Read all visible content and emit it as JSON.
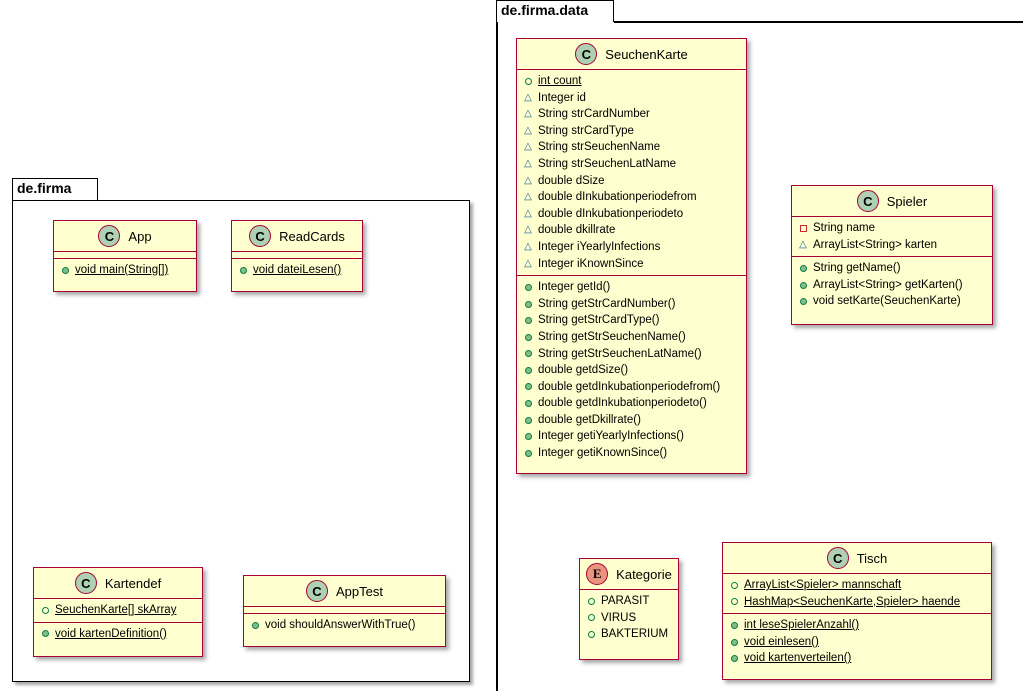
{
  "packages": {
    "de_firma": {
      "name": "de.firma"
    },
    "de_firma_data": {
      "name": "de.firma.data"
    }
  },
  "classes": {
    "app": {
      "name": "App",
      "stereotype": "C",
      "methods": [
        {
          "vis": "+",
          "text": "void main(String[])",
          "static": true
        }
      ]
    },
    "readcards": {
      "name": "ReadCards",
      "stereotype": "C",
      "methods": [
        {
          "vis": "+",
          "text": "void dateiLesen()",
          "static": true
        }
      ]
    },
    "kartendef": {
      "name": "Kartendef",
      "stereotype": "C",
      "fields": [
        {
          "vis": "+",
          "text": "SeuchenKarte[] skArray",
          "static": true
        }
      ],
      "methods": [
        {
          "vis": "+",
          "text": "void kartenDefinition()",
          "static": true
        }
      ]
    },
    "apptest": {
      "name": "AppTest",
      "stereotype": "C",
      "methods": [
        {
          "vis": "+",
          "text": "void shouldAnswerWithTrue()",
          "static": false
        }
      ]
    },
    "seuchenkarte": {
      "name": "SeuchenKarte",
      "stereotype": "C",
      "fields": [
        {
          "vis": "+",
          "text": "int count",
          "static": true
        },
        {
          "vis": "~",
          "text": "Integer id"
        },
        {
          "vis": "~",
          "text": "String strCardNumber"
        },
        {
          "vis": "~",
          "text": "String strCardType"
        },
        {
          "vis": "~",
          "text": "String strSeuchenName"
        },
        {
          "vis": "~",
          "text": "String strSeuchenLatName"
        },
        {
          "vis": "~",
          "text": "double dSize"
        },
        {
          "vis": "~",
          "text": "double dInkubationperiodefrom"
        },
        {
          "vis": "~",
          "text": "double dInkubationperiodeto"
        },
        {
          "vis": "~",
          "text": "double dkillrate"
        },
        {
          "vis": "~",
          "text": "Integer iYearlyInfections"
        },
        {
          "vis": "~",
          "text": "Integer iKnownSince"
        }
      ],
      "methods": [
        {
          "vis": "+",
          "text": "Integer getId()"
        },
        {
          "vis": "+",
          "text": "String getStrCardNumber()"
        },
        {
          "vis": "+",
          "text": "String getStrCardType()"
        },
        {
          "vis": "+",
          "text": "String getStrSeuchenName()"
        },
        {
          "vis": "+",
          "text": "String getStrSeuchenLatName()"
        },
        {
          "vis": "+",
          "text": "double getdSize()"
        },
        {
          "vis": "+",
          "text": "double getdInkubationperiodefrom()"
        },
        {
          "vis": "+",
          "text": "double getdInkubationperiodeto()"
        },
        {
          "vis": "+",
          "text": "double getDkillrate()"
        },
        {
          "vis": "+",
          "text": "Integer getiYearlyInfections()"
        },
        {
          "vis": "+",
          "text": "Integer getiKnownSince()"
        }
      ]
    },
    "spieler": {
      "name": "Spieler",
      "stereotype": "C",
      "fields": [
        {
          "vis": "-",
          "text": "String name"
        },
        {
          "vis": "~",
          "text": "ArrayList<String> karten"
        }
      ],
      "methods": [
        {
          "vis": "+",
          "text": "String getName()"
        },
        {
          "vis": "+",
          "text": "ArrayList<String> getKarten()"
        },
        {
          "vis": "+",
          "text": "void setKarte(SeuchenKarte)"
        }
      ]
    },
    "kategorie": {
      "name": "Kategorie",
      "stereotype": "E",
      "fields": [
        {
          "vis": "+",
          "text": "PARASIT"
        },
        {
          "vis": "+",
          "text": "VIRUS"
        },
        {
          "vis": "+",
          "text": "BAKTERIUM"
        }
      ]
    },
    "tisch": {
      "name": "Tisch",
      "stereotype": "C",
      "fields": [
        {
          "vis": "+",
          "text": "ArrayList<Spieler> mannschaft",
          "static": true
        },
        {
          "vis": "+",
          "text": "HashMap<SeuchenKarte,Spieler> haende",
          "static": true
        }
      ],
      "methods": [
        {
          "vis": "+",
          "text": "int leseSpielerAnzahl()",
          "static": true
        },
        {
          "vis": "+",
          "text": "void einlesen()",
          "static": true
        },
        {
          "vis": "+",
          "text": "void kartenverteilen()",
          "static": true
        }
      ]
    }
  }
}
